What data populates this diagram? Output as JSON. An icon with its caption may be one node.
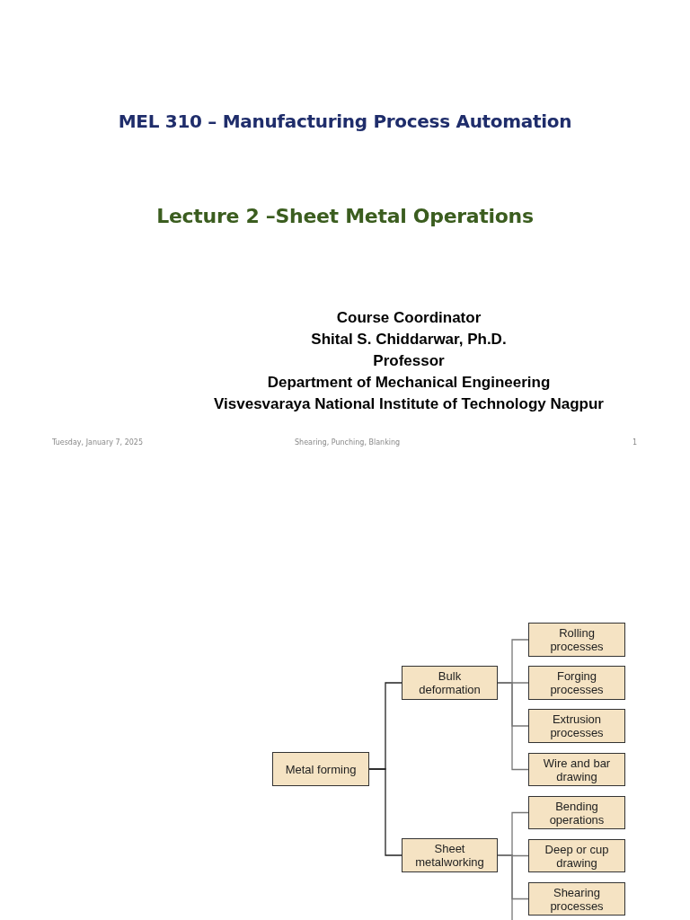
{
  "diagram": {
    "title": "MEL 310 – Manufacturing Process Automation",
    "nodes": [
      {
        "text": [
          "Metal forming"
        ]
      },
      {
        "text": [
          "Bulk deformation"
        ]
      },
      {
        "text": [
          "Rolling processes"
        ]
      },
      {
        "text": [
          "Forging processes"
        ]
      },
      {
        "text": [
          "Extrusion processes"
        ]
      },
      {
        "text": [
          "Wire and bar drawing"
        ]
      },
      {
        "text": [
          "Sheet metalworking"
        ]
      },
      {
        "text": [
          "Bending operations"
        ]
      },
      {
        "text": [
          "Deep or cup drawing"
        ]
      },
      {
        "text": [
          "Shearing processes"
        ]
      }
    ],
    "edges": [
      {
        "from": 0,
        "to": 1,
        "arrow": "none",
        "color": "#222222"
      },
      {
        "from": 0,
        "to": 6,
        "arrow": "none",
        "color": "#222222"
      },
      {
        "from": 1,
        "to": 2,
        "arrow": "none"
      },
      {
        "from": 1,
        "to": 3,
        "arrow": "none"
      },
      {
        "from": 1,
        "to": 4,
        "arrow": "none"
      },
      {
        "from": 1,
        "to": 5,
        "arrow": "none"
      },
      {
        "from": 6,
        "to": 7,
        "arrow": "none"
      },
      {
        "from": 6,
        "to": 8,
        "arrow": "none"
      },
      {
        "from": 6,
        "to": 9,
        "arrow": "none"
      },
      {
        "from": 6,
        "to": null,
        "arrow": "none"
      }
    ],
    "labels": [
      "Lecture 2 –Sheet Metal Operations",
      "Course Coordinator",
      "Shital S. Chiddarwar, Ph.D.",
      "Professor",
      "Department of Mechanical Engineering",
      "Visvesvaraya National Institute of Technology Nagpur",
      "Tuesday, January 7, 2025",
      "Shearing, Punching, Blanking",
      "1"
    ]
  }
}
